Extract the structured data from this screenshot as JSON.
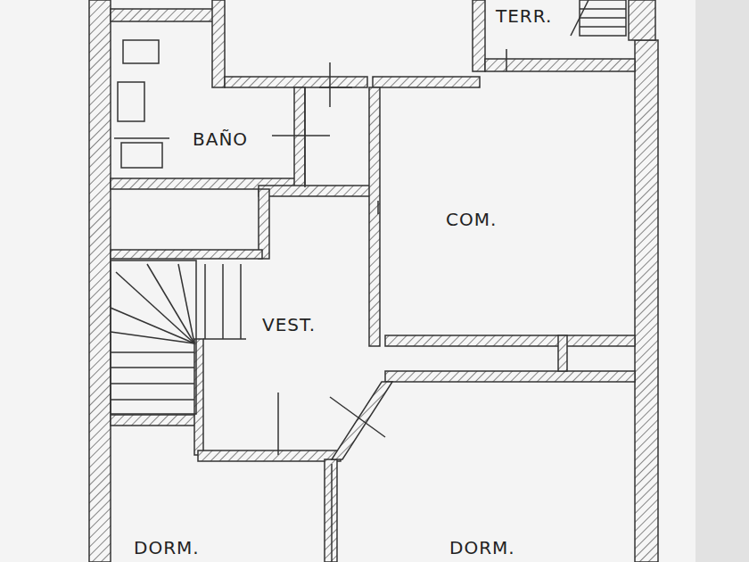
{
  "diagram": {
    "labels": [
      "TERR.",
      "BAÑO",
      "COM.",
      "VEST.",
      "DORM.",
      "DORM."
    ]
  }
}
